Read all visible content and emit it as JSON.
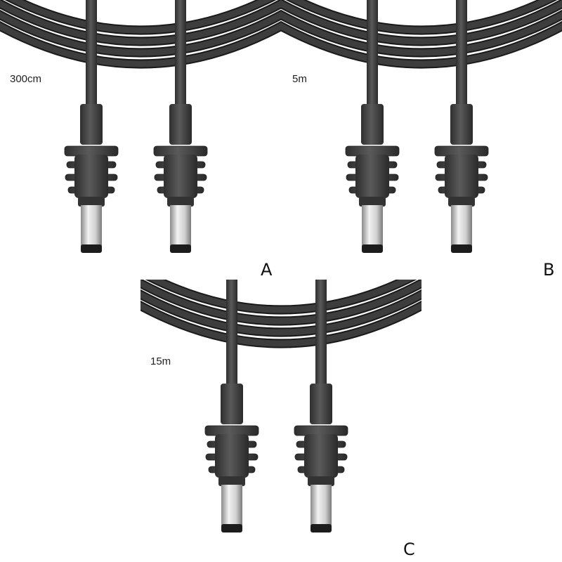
{
  "panels": [
    {
      "length": "300cm",
      "letter": "A"
    },
    {
      "length": "5m",
      "letter": "B"
    },
    {
      "length": "15m",
      "letter": "C"
    }
  ],
  "colors": {
    "cable": "#3d3d3d",
    "cable_edge": "#1a1a1a",
    "connector": "#4a4a4a",
    "metal_light": "#f2f2f2",
    "metal_dark": "#8a8a8a",
    "tip": "#1c1c1c"
  }
}
